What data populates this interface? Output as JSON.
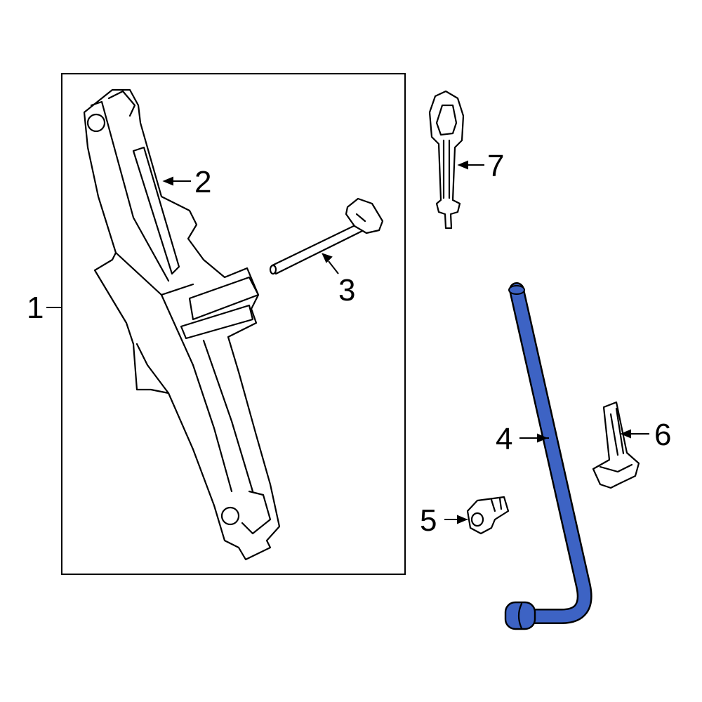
{
  "diagram": {
    "callouts": [
      {
        "number": "1",
        "part": "jack-assembly"
      },
      {
        "number": "2",
        "part": "jack"
      },
      {
        "number": "3",
        "part": "handle"
      },
      {
        "number": "4",
        "part": "wrench"
      },
      {
        "number": "5",
        "part": "clip"
      },
      {
        "number": "6",
        "part": "bracket"
      },
      {
        "number": "7",
        "part": "tow-hook"
      }
    ],
    "highlight_color": "#3d63c4",
    "highlighted_part": "4"
  }
}
